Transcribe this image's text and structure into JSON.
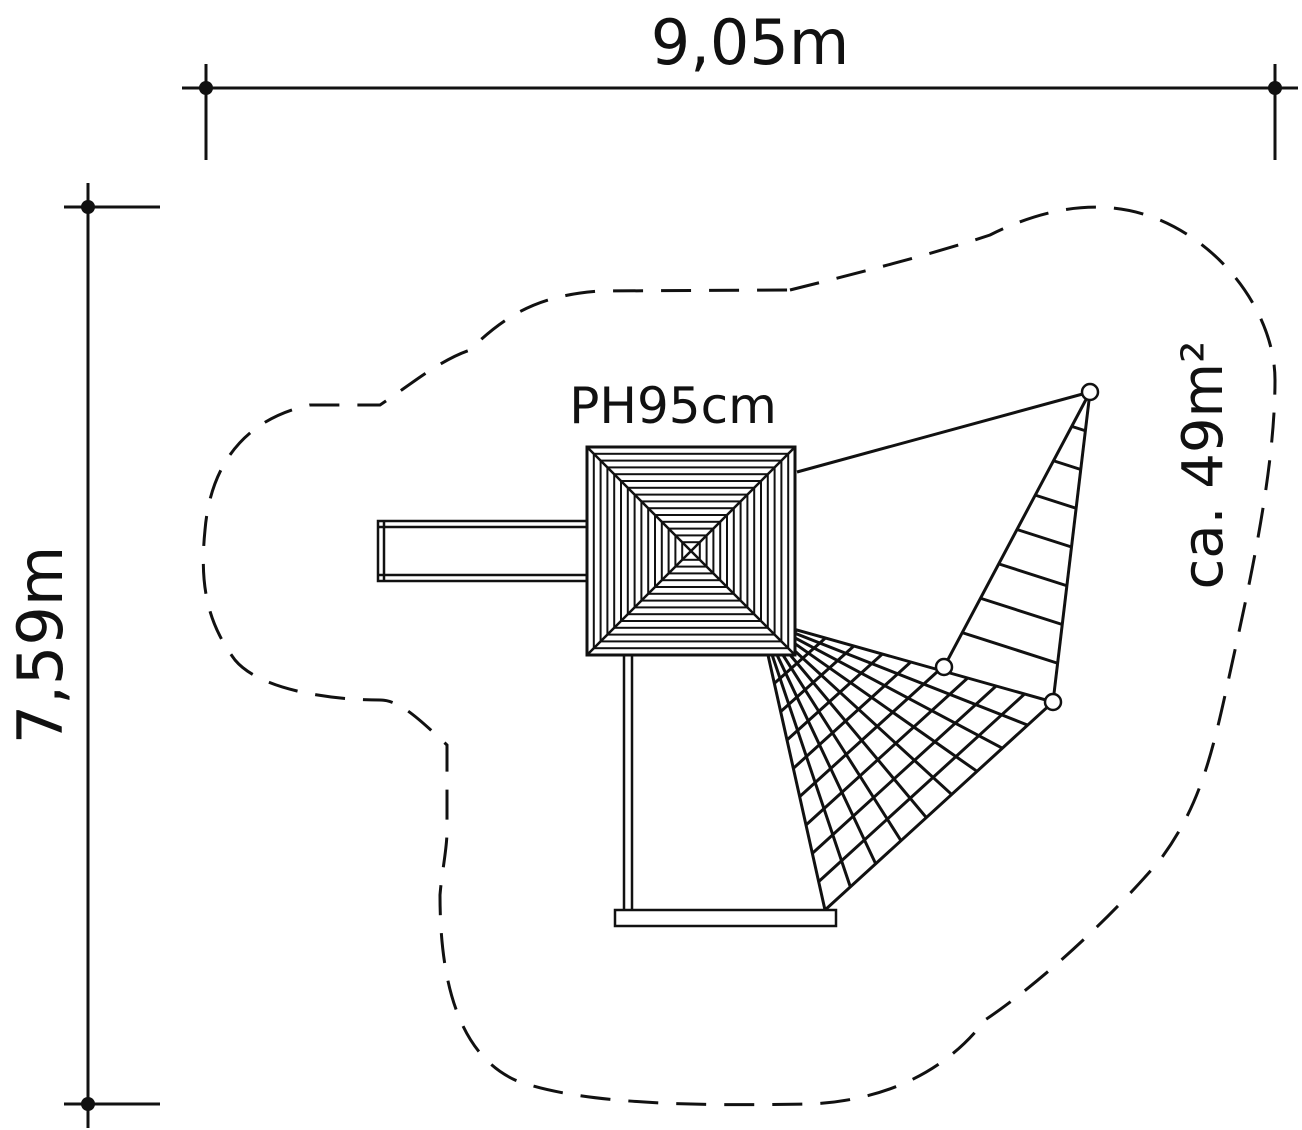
{
  "dimensions": {
    "width_label": "9,05m",
    "height_label": "7,59m"
  },
  "platform": {
    "label": "PH95cm"
  },
  "area": {
    "label": "ca. 49m²"
  },
  "colors": {
    "ink": "#111111",
    "background": "#ffffff"
  }
}
